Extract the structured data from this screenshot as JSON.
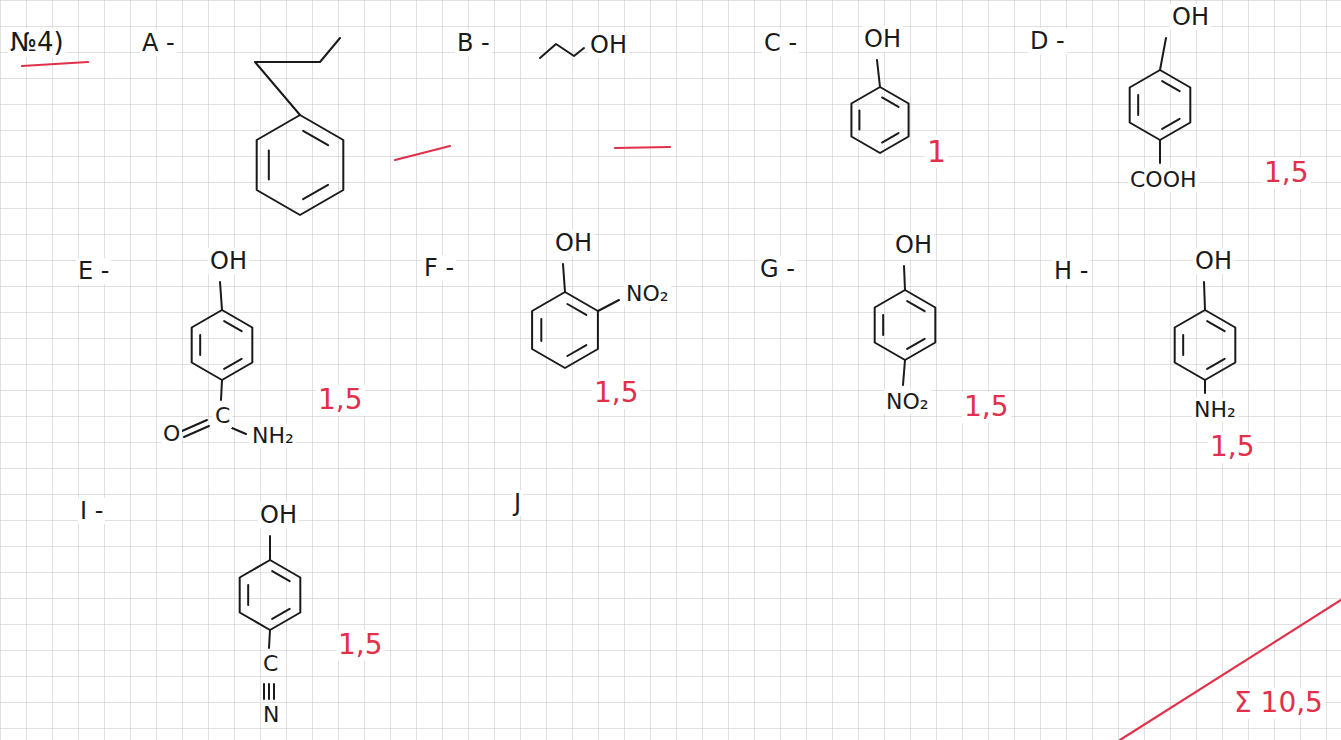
{
  "diagram": {
    "labels": [
      "№4)",
      "A -",
      "B -",
      "OH",
      "C -",
      "OH",
      "D -",
      "OH",
      "COOH",
      "1",
      "1,5",
      "E -",
      "OH",
      "O",
      "C",
      "NH₂",
      "1,5",
      "F -",
      "OH",
      "NO₂",
      "1,5",
      "G -",
      "OH",
      "NO₂",
      "1,5",
      "H -",
      "OH",
      "NH₂",
      "1,5",
      "I -",
      "OH",
      "C",
      "N",
      "1,5",
      "J",
      "Σ 10,5"
    ]
  }
}
